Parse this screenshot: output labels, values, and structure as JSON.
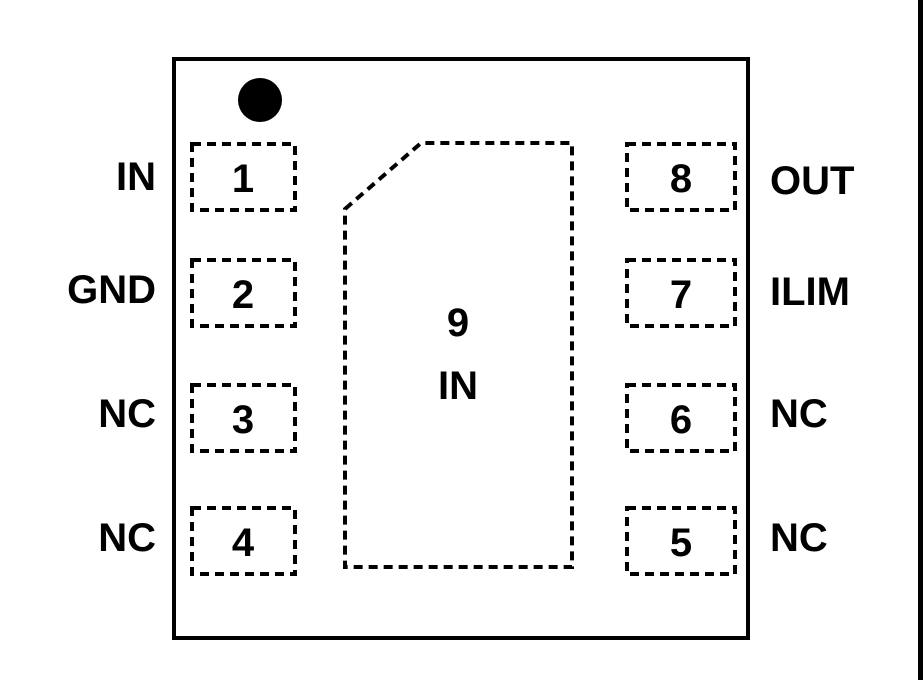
{
  "diagram": {
    "kind": "ic-package-pinout-top-view",
    "pin1_indicator": "filled-dot",
    "pins": {
      "left": [
        {
          "number": "1",
          "label": "IN"
        },
        {
          "number": "2",
          "label": "GND"
        },
        {
          "number": "3",
          "label": "NC"
        },
        {
          "number": "4",
          "label": "NC"
        }
      ],
      "right": [
        {
          "number": "8",
          "label": "OUT"
        },
        {
          "number": "7",
          "label": "ILIM"
        },
        {
          "number": "6",
          "label": "NC"
        },
        {
          "number": "5",
          "label": "NC"
        }
      ]
    },
    "thermal_pad": {
      "number": "9",
      "label": "IN"
    },
    "colors": {
      "line": "#000000",
      "background": "#ffffff"
    }
  }
}
